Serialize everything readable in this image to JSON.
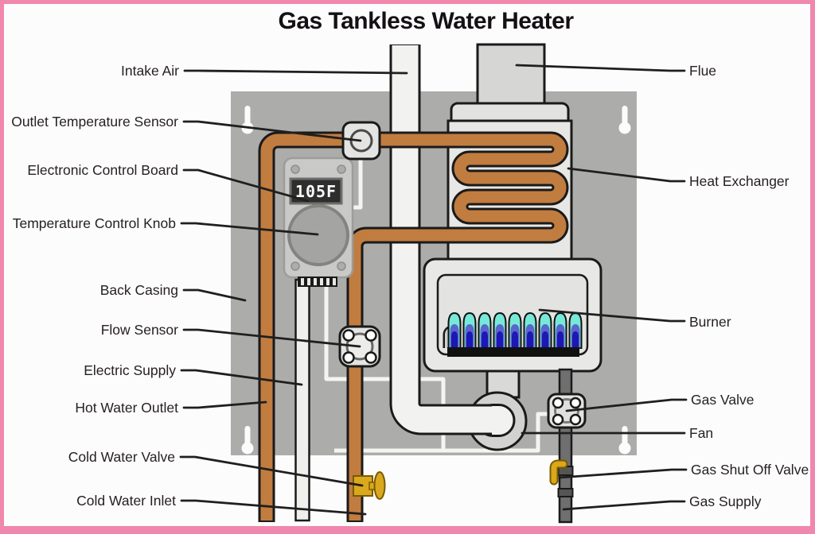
{
  "title": "Gas Tankless Water Heater",
  "control_board": {
    "display_value": "105F"
  },
  "labels": {
    "left": [
      {
        "id": "intake-air",
        "text": "Intake Air"
      },
      {
        "id": "outlet-temperature-sensor",
        "text": "Outlet Temperature Sensor"
      },
      {
        "id": "electronic-control-board",
        "text": "Electronic Control Board"
      },
      {
        "id": "temperature-control-knob",
        "text": "Temperature Control Knob"
      },
      {
        "id": "back-casing",
        "text": "Back Casing"
      },
      {
        "id": "flow-sensor",
        "text": "Flow Sensor"
      },
      {
        "id": "electric-supply",
        "text": "Electric Supply"
      },
      {
        "id": "hot-water-outlet",
        "text": "Hot Water Outlet"
      },
      {
        "id": "cold-water-valve",
        "text": "Cold Water Valve"
      },
      {
        "id": "cold-water-inlet",
        "text": "Cold Water Inlet"
      }
    ],
    "right": [
      {
        "id": "flue",
        "text": "Flue"
      },
      {
        "id": "heat-exchanger",
        "text": "Heat Exchanger"
      },
      {
        "id": "burner",
        "text": "Burner"
      },
      {
        "id": "gas-valve",
        "text": "Gas Valve"
      },
      {
        "id": "fan",
        "text": "Fan"
      },
      {
        "id": "gas-shut-off-valve",
        "text": "Gas Shut Off Valve"
      },
      {
        "id": "gas-supply",
        "text": "Gas Supply"
      }
    ]
  },
  "colors": {
    "frame_pink": "#f087ad",
    "copper": "#c17c40",
    "casing_gray": "#acacaa",
    "flame_outer": "#76e9d8",
    "flame_mid": "#5a66cc",
    "flame_inner": "#1d17b5",
    "valve_gold": "#d9a81c",
    "gas_pipe_gray": "#6f6f6f"
  }
}
